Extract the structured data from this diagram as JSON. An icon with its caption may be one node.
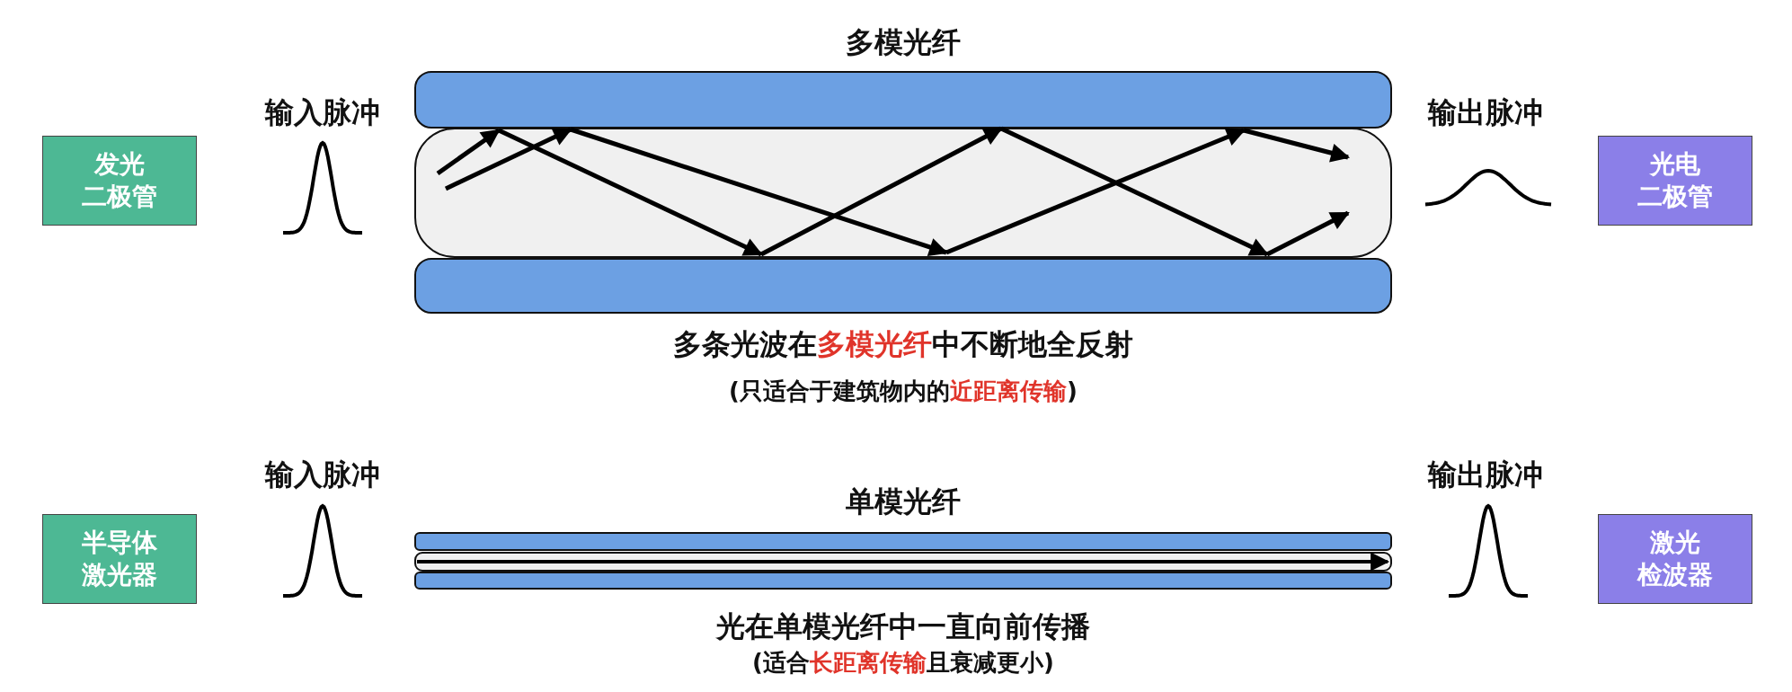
{
  "diagram": {
    "nodes": [
      {
        "text": [
          "发光二极管"
        ]
      },
      {
        "text": [
          "光电二极管"
        ]
      },
      {
        "text": [
          "半导体激光器"
        ]
      },
      {
        "text": [
          "激光检波器"
        ]
      }
    ],
    "edges": [],
    "labels": [
      "多模光纤",
      "输入脉冲",
      "输出脉冲",
      "多条光波在**多模光纤**中不断地全反射",
      "(只适合于建筑物内的**近距离传输**)",
      "输入脉冲",
      "输出脉冲",
      "单模光纤",
      "光在单模光纤中一直向前传播",
      "(适合**长距离传输**且衰减更小)"
    ]
  }
}
